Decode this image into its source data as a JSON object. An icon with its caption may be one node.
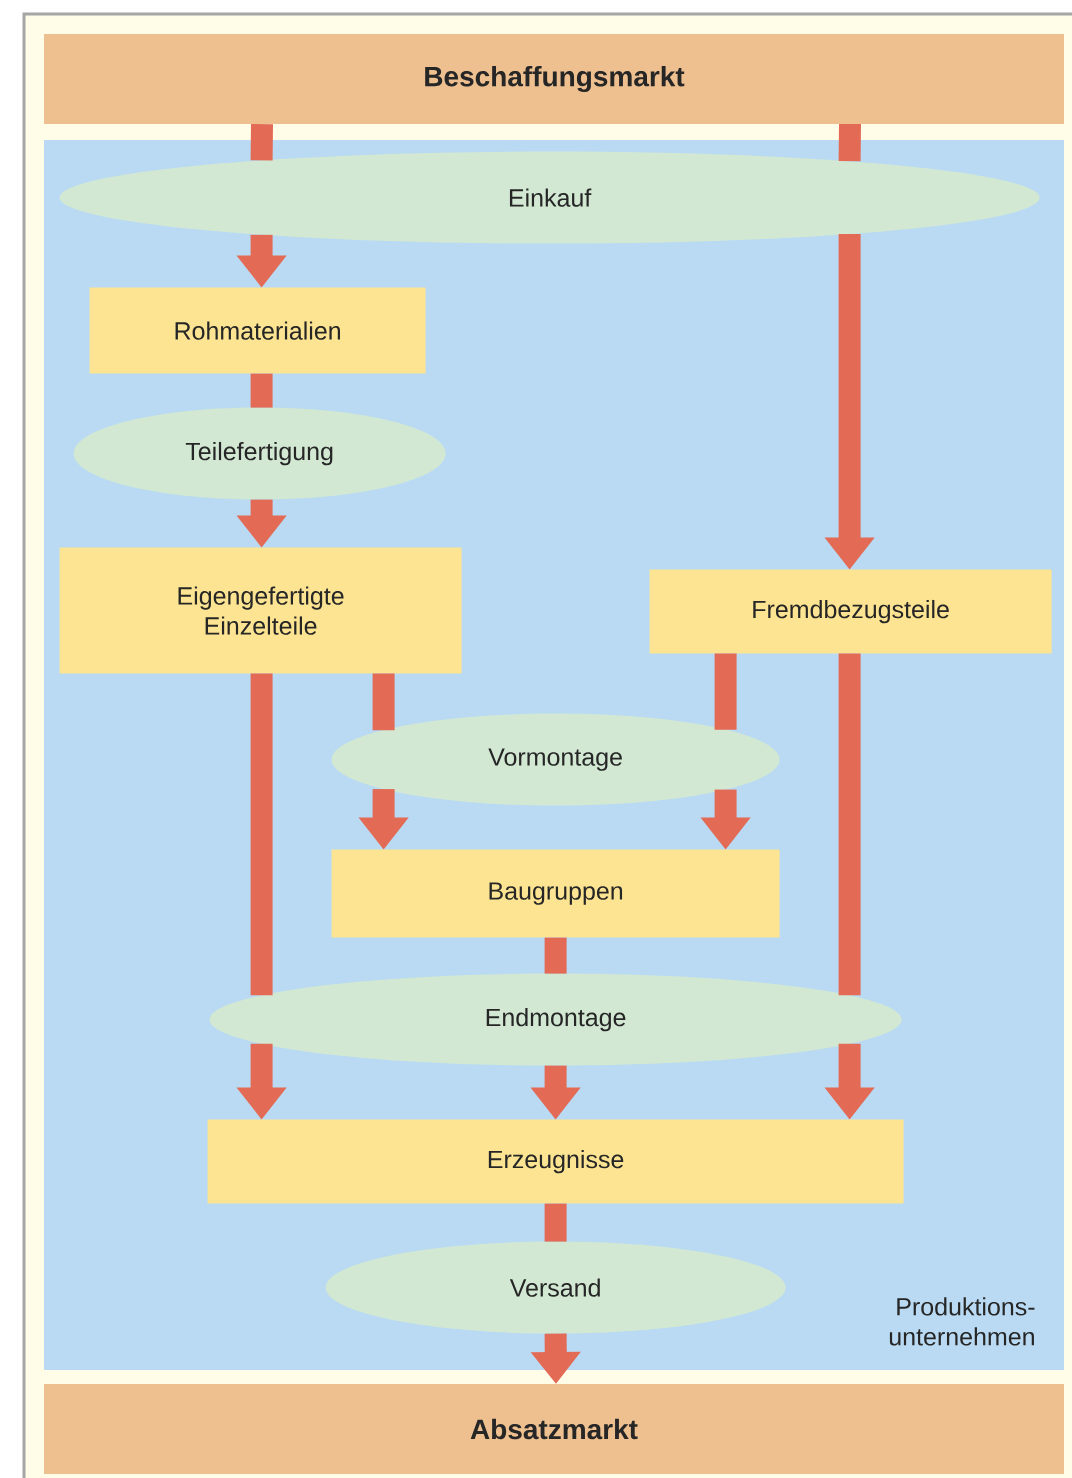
{
  "diagram": {
    "nodes": [
      {
        "text": [
          "Beschaffungsmarkt"
        ]
      },
      {
        "text": [
          "Produktions- unternehmen"
        ]
      },
      {
        "text": [
          "Einkauf"
        ],
        "in": 1
      },
      {
        "text": [
          "Rohmaterialien"
        ],
        "in": 1
      },
      {
        "text": [
          "Teilefertigung"
        ],
        "in": 1
      },
      {
        "text": [
          "Eigengefertigte Einzelteile"
        ],
        "in": 1
      },
      {
        "text": [
          "Fremdbezugsteile"
        ],
        "in": 1
      },
      {
        "text": [
          "Vormontage"
        ],
        "in": 1
      },
      {
        "text": [
          "Baugruppen"
        ],
        "in": 1
      },
      {
        "text": [
          "Endmontage"
        ],
        "in": 1
      },
      {
        "text": [
          "Erzeugnisse"
        ],
        "in": 1
      },
      {
        "text": [
          "Versand"
        ],
        "in": 1
      },
      {
        "text": [
          "Absatzmarkt"
        ]
      }
    ],
    "edges": [
      {
        "from": 0,
        "to": 2,
        "arrow": "none"
      },
      {
        "from": 2,
        "to": 3,
        "arrow": "to"
      },
      {
        "from": 3,
        "to": 4,
        "arrow": "none"
      },
      {
        "from": 4,
        "to": 5,
        "arrow": "to"
      },
      {
        "from": 0,
        "to": 2,
        "arrow": "none"
      },
      {
        "from": 2,
        "to": 6,
        "arrow": "to"
      },
      {
        "from": 5,
        "to": 7,
        "arrow": "none"
      },
      {
        "from": 7,
        "to": 8,
        "arrow": "to"
      },
      {
        "from": 6,
        "to": 7,
        "arrow": "none"
      },
      {
        "from": 7,
        "to": 8,
        "arrow": "to"
      },
      {
        "from": 5,
        "to": 9,
        "arrow": "none"
      },
      {
        "from": 9,
        "to": 10,
        "arrow": "to"
      },
      {
        "from": 8,
        "to": 9,
        "arrow": "none"
      },
      {
        "from": 9,
        "to": 10,
        "arrow": "to"
      },
      {
        "from": 6,
        "to": 9,
        "arrow": "none"
      },
      {
        "from": 9,
        "to": 10,
        "arrow": "to"
      },
      {
        "from": 10,
        "to": 11,
        "arrow": "none"
      },
      {
        "from": 11,
        "to": 12,
        "arrow": "to"
      }
    ]
  }
}
